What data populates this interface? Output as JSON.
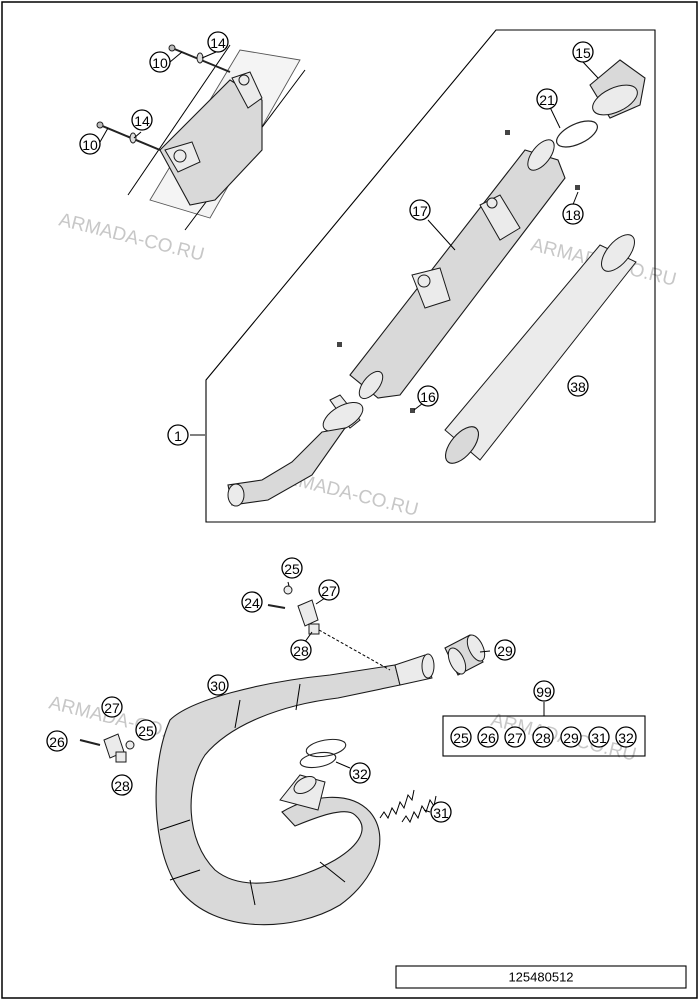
{
  "diagram": {
    "drawing_code": "125480512",
    "watermarks": [
      "ARMADA-CO.RU",
      "ARMADA-CO.RU",
      "ARMADA-CO.RU",
      "ARMADA-CO.RU",
      "ARMADA-CO.RU"
    ],
    "callouts": {
      "c1": "1",
      "c10a": "10",
      "c10b": "10",
      "c14a": "14",
      "c14b": "14",
      "c15": "15",
      "c16": "16",
      "c17": "17",
      "c18": "18",
      "c21": "21",
      "c24": "24",
      "c25a": "25",
      "c25b": "25",
      "c26": "26",
      "c27a": "27",
      "c27b": "27",
      "c28a": "28",
      "c28b": "28",
      "c29": "29",
      "c30": "30",
      "c31": "31",
      "c32": "32",
      "c38": "38",
      "c99": "99"
    },
    "kit_99": [
      "25",
      "26",
      "27",
      "28",
      "29",
      "31",
      "32"
    ]
  }
}
